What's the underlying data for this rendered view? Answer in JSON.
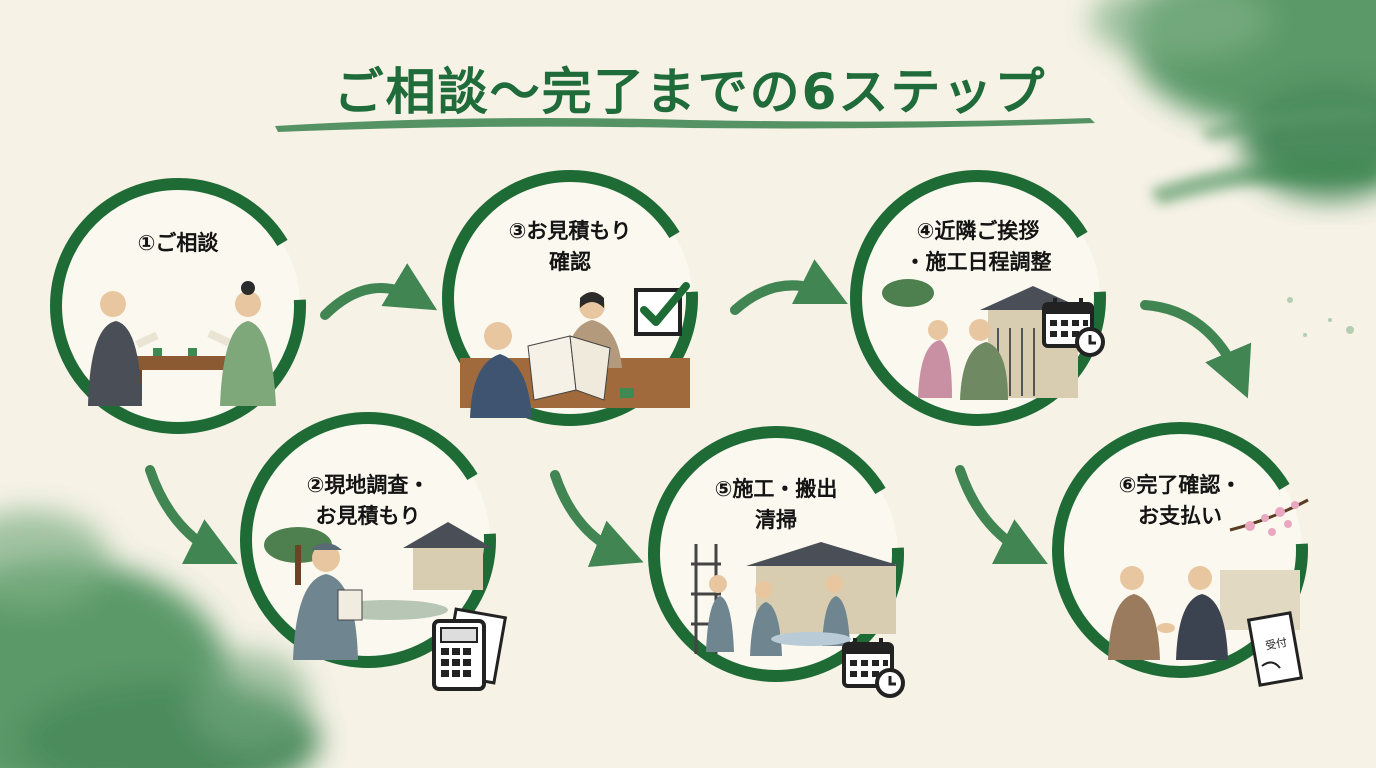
{
  "title": "ご相談〜完了までの6ステップ",
  "colors": {
    "brand_green": "#1f6b3a",
    "ring_green": "#1e6b36",
    "wash_green": "#3f8a52",
    "paper": "#f6f2e6"
  },
  "steps": [
    {
      "lines": [
        "①ご相談"
      ],
      "icon": "consultation-scene"
    },
    {
      "lines": [
        "②現地調査・",
        "お見積もり"
      ],
      "icon": "calculator-icon"
    },
    {
      "lines": [
        "③お見積もり",
        "確認"
      ],
      "icon": "checkbox-check-icon"
    },
    {
      "lines": [
        "④近隣ご挨拶",
        "・施工日程調整"
      ],
      "icon": "calendar-clock-icon"
    },
    {
      "lines": [
        "⑤施工・搬出",
        "清掃"
      ],
      "icon": "calendar-clock-icon"
    },
    {
      "lines": [
        "⑥完了確認・",
        "お支払い"
      ],
      "icon": "receipt-envelope-icon"
    }
  ],
  "receipt_text": "受付"
}
